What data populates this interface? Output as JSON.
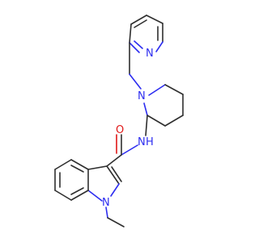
{
  "molecule": {
    "atoms": {
      "pyridine_n": {
        "symbol": "N",
        "color": "#2d2df0"
      },
      "piperidine_n": {
        "symbol": "N",
        "color": "#2d2df0"
      },
      "amide_n": {
        "symbol": "N",
        "color": "#2d2df0"
      },
      "amide_h": {
        "symbol": "H",
        "color": "#2d2df0"
      },
      "carbonyl_o": {
        "symbol": "O",
        "color": "#e01818"
      },
      "indole_n": {
        "symbol": "N",
        "color": "#2d2df0"
      }
    },
    "colors": {
      "carbon_bond": "#2f2f2f",
      "nitrogen": "#2d2df0",
      "oxygen": "#e01818",
      "background": "#ffffff"
    }
  }
}
